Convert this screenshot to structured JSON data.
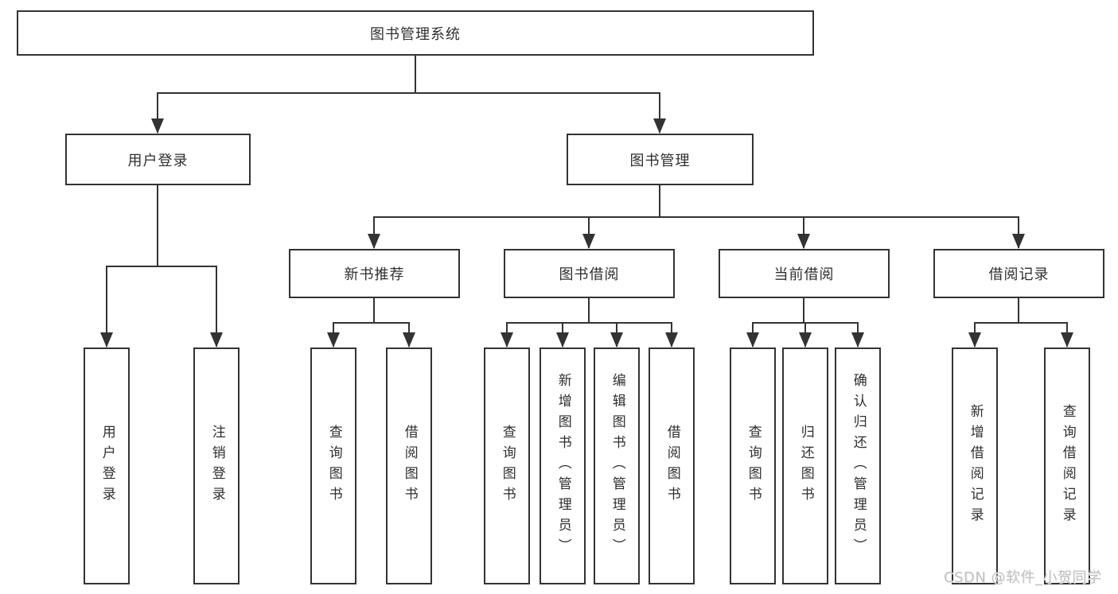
{
  "diagram": {
    "root": {
      "label": "图书管理系统"
    },
    "branches": [
      {
        "label": "用户登录",
        "children": [
          {
            "label": "用户登录"
          },
          {
            "label": "注销登录"
          }
        ]
      },
      {
        "label": "图书管理",
        "children": [
          {
            "label": "新书推荐",
            "children": [
              {
                "label": "查询图书"
              },
              {
                "label": "借阅图书"
              }
            ]
          },
          {
            "label": "图书借阅",
            "children": [
              {
                "label": "查询图书"
              },
              {
                "label": "新增图书（管理员）"
              },
              {
                "label": "编辑图书（管理员）"
              },
              {
                "label": "借阅图书"
              }
            ]
          },
          {
            "label": "当前借阅",
            "children": [
              {
                "label": "查询图书"
              },
              {
                "label": "归还图书"
              },
              {
                "label": "确认归还（管理员）"
              }
            ]
          },
          {
            "label": "借阅记录",
            "children": [
              {
                "label": "新增借阅记录"
              },
              {
                "label": "查询借阅记录"
              }
            ]
          }
        ]
      }
    ]
  },
  "watermark": {
    "text": "CSDN @软件_小贺同学"
  },
  "colors": {
    "line": "#333333",
    "box_border": "#333333",
    "box_fill": "#ffffff",
    "text": "#2f2f2f",
    "watermark": "#c1c1c1"
  }
}
